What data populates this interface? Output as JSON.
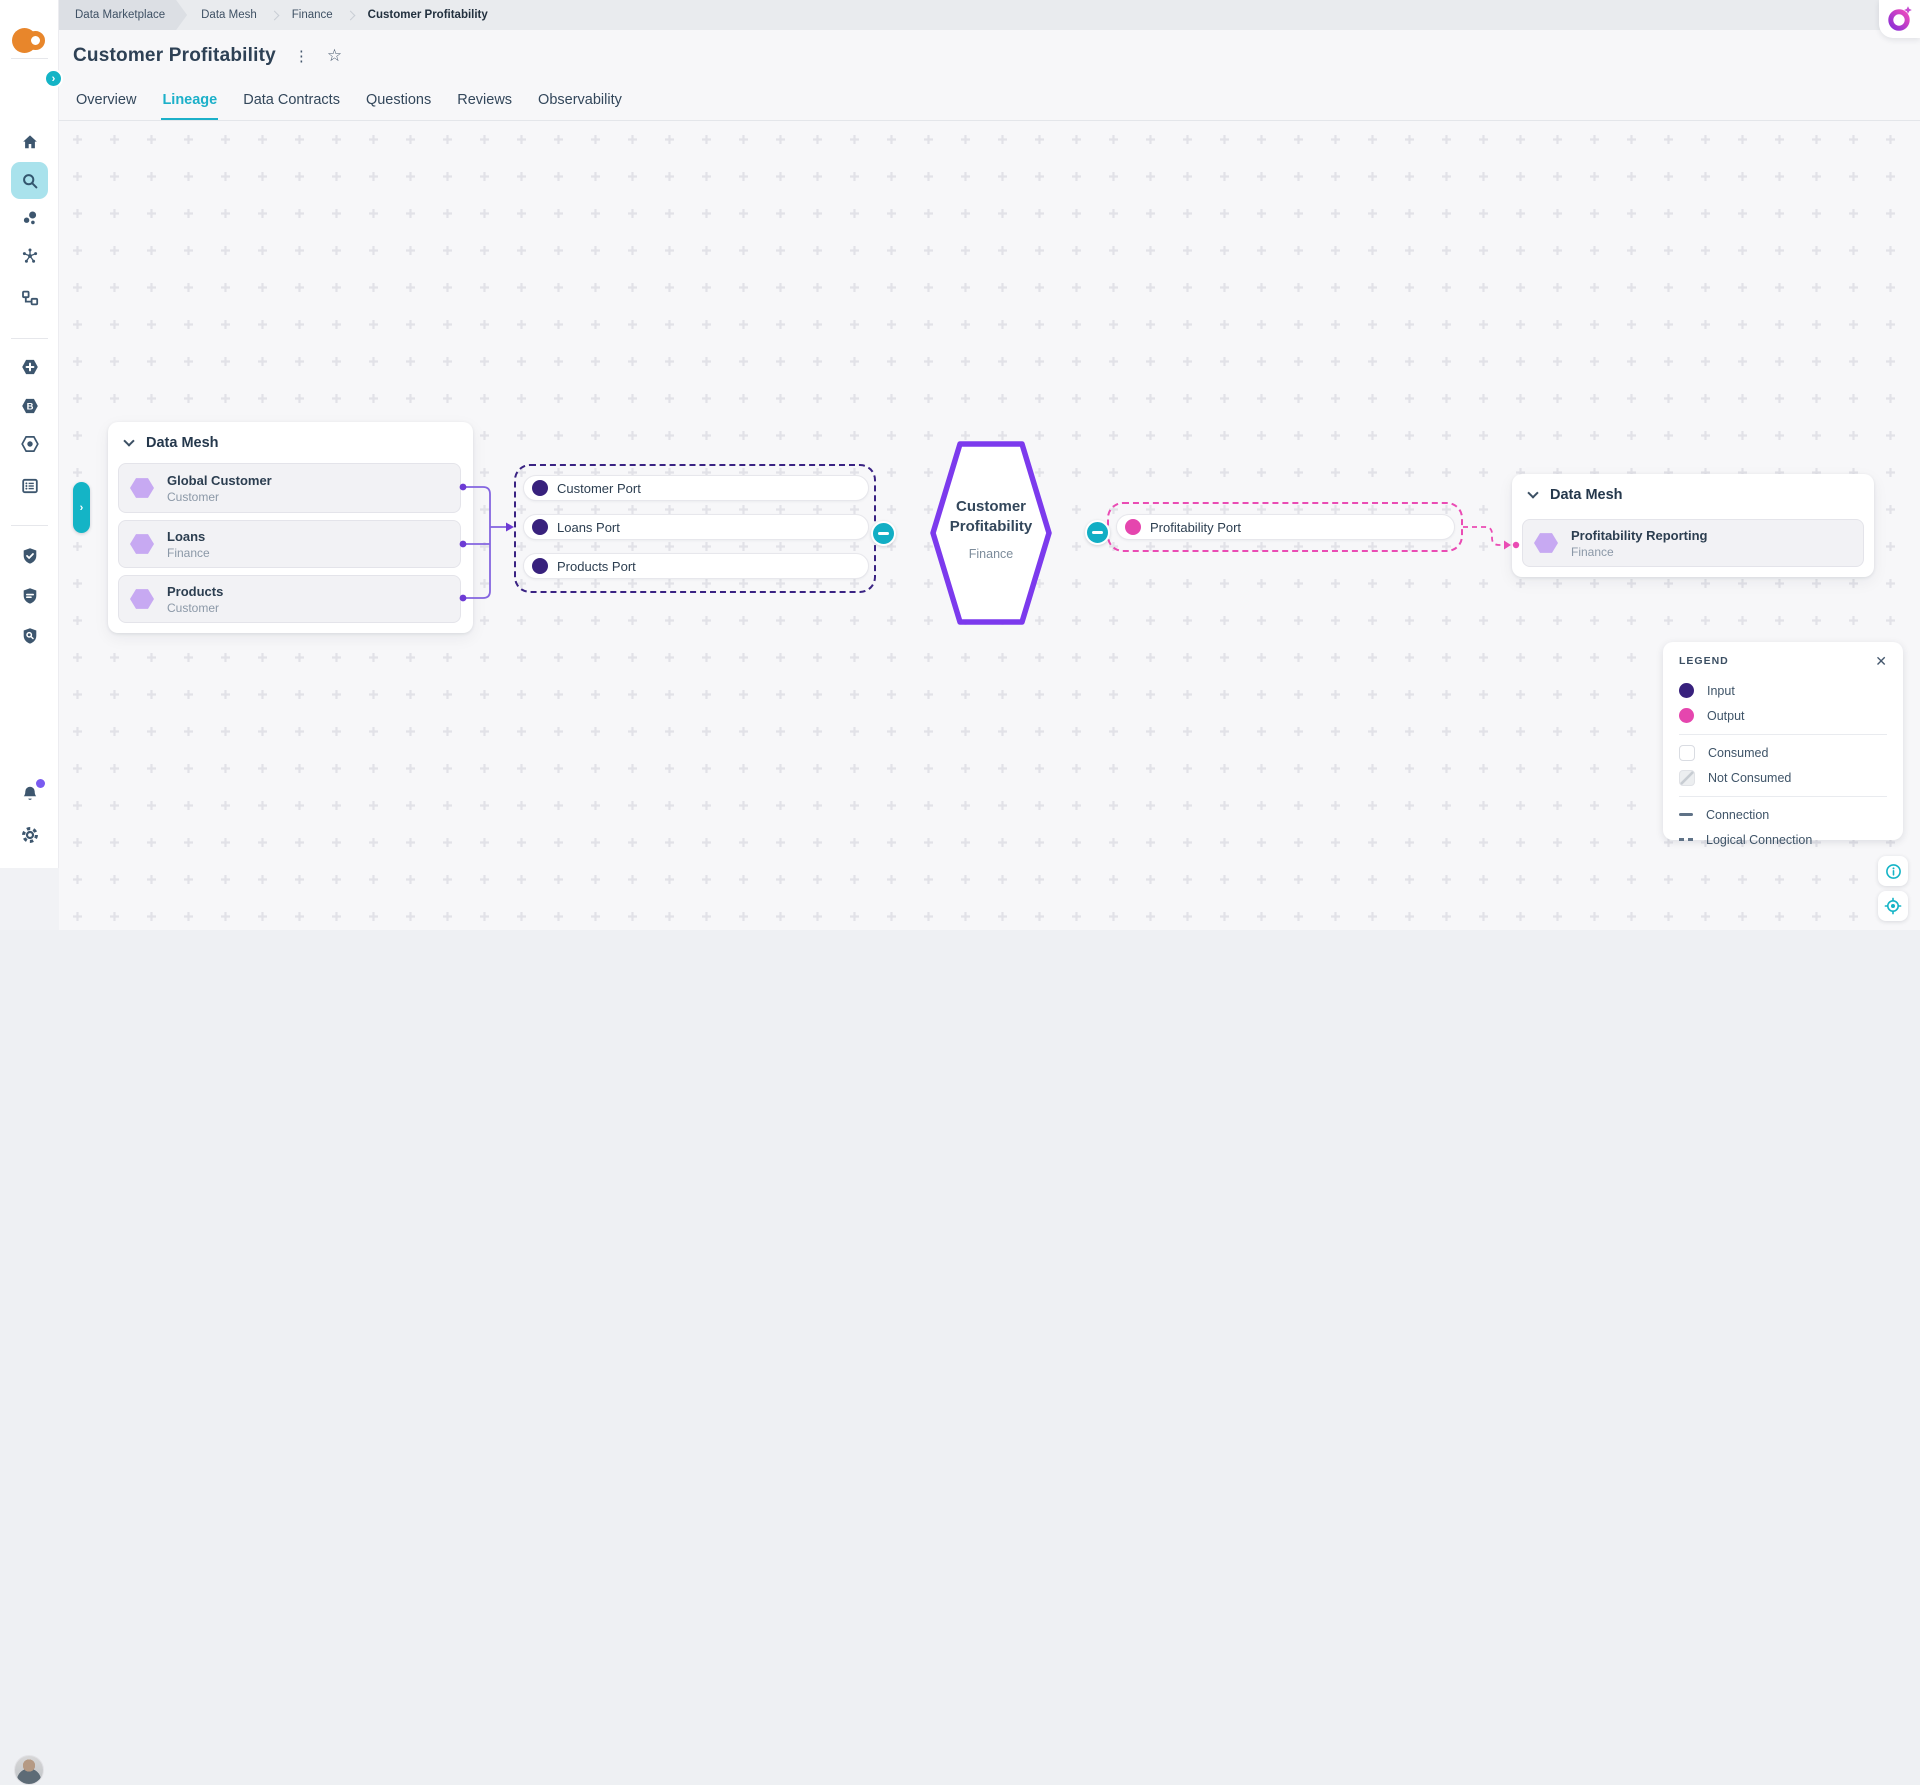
{
  "breadcrumb": {
    "items": [
      {
        "label": "Data Marketplace"
      },
      {
        "label": "Data Mesh"
      },
      {
        "label": "Finance"
      },
      {
        "label": "Customer Profitability"
      }
    ]
  },
  "page": {
    "title": "Customer Profitability"
  },
  "tabs": {
    "active": "Lineage",
    "items": [
      {
        "label": "Overview"
      },
      {
        "label": "Lineage"
      },
      {
        "label": "Data Contracts"
      },
      {
        "label": "Questions"
      },
      {
        "label": "Reviews"
      },
      {
        "label": "Observability"
      }
    ]
  },
  "sidebar": {
    "active_icon": "search",
    "icons": [
      "home",
      "search",
      "data-domains",
      "data-network",
      "data-lineage",
      "create-hexagon",
      "glossary-hexagon",
      "target-hexagon",
      "catalog-list",
      "shield-check",
      "shield-policy",
      "shield-audit",
      "notifications",
      "settings",
      "user-avatar"
    ]
  },
  "canvas": {
    "left_group": {
      "title": "Data Mesh",
      "items": [
        {
          "name": "Global Customer",
          "domain": "Customer"
        },
        {
          "name": "Loans",
          "domain": "Finance"
        },
        {
          "name": "Products",
          "domain": "Customer"
        }
      ]
    },
    "input_ports": {
      "items": [
        {
          "label": "Customer Port"
        },
        {
          "label": "Loans Port"
        },
        {
          "label": "Products Port"
        }
      ]
    },
    "product": {
      "name": "Customer Profitability",
      "domain": "Finance"
    },
    "output_ports": {
      "items": [
        {
          "label": "Profitability Port"
        }
      ]
    },
    "right_group": {
      "title": "Data Mesh",
      "items": [
        {
          "name": "Profitability Reporting",
          "domain": "Finance"
        }
      ]
    }
  },
  "legend": {
    "title": "LEGEND",
    "close_icon": "✕",
    "items": [
      {
        "label": "Input"
      },
      {
        "label": "Output"
      },
      {
        "label": "Consumed"
      },
      {
        "label": "Not Consumed"
      },
      {
        "label": "Connection"
      },
      {
        "label": "Logical Connection"
      }
    ]
  },
  "icons": {
    "kebab": "⋮",
    "star": "☆",
    "rail_toggle": "›",
    "panel_toggle": "›"
  },
  "colors": {
    "teal": "#14b4c6",
    "purple": "#7c3aed",
    "dark_purple": "#3a2383",
    "pink": "#ea4cb4",
    "light_purple": "#c7a9f2",
    "slate": "#33475b"
  }
}
